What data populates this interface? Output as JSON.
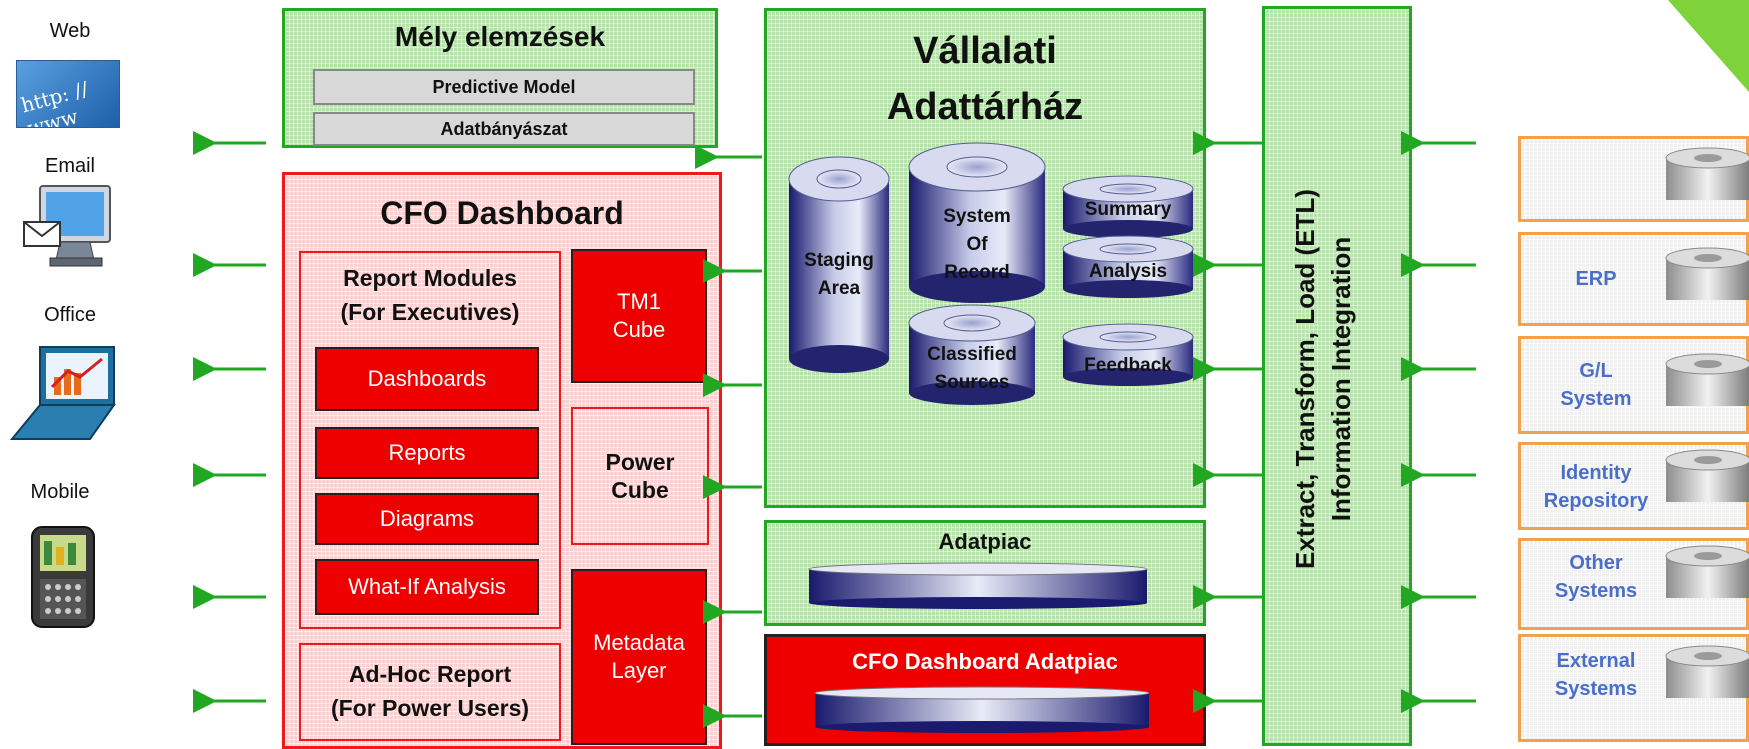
{
  "channels": {
    "web": "Web",
    "email": "Email",
    "office": "Office",
    "mobile": "Mobile"
  },
  "mely": {
    "title": "Mély elemzések",
    "items": [
      "Predictive Model",
      "Adatbányászat"
    ]
  },
  "cfo": {
    "title": "CFO Dashboard",
    "report_modules_title": "Report Modules\n(For Executives)",
    "modules": [
      "Dashboards",
      "Reports",
      "Diagrams",
      "What-If Analysis"
    ],
    "adhoc": "Ad-Hoc Report\n(For Power Users)",
    "tm1": "TM1\nCube",
    "power_cube": "Power\nCube",
    "metadata": "Metadata\nLayer"
  },
  "warehouse": {
    "title": "Vállalati\nAdattárház",
    "staging": "Staging\nArea",
    "system_of_record": "System\nOf\nRecord",
    "classified": "Classified\nSources",
    "summary": "Summary",
    "analysis": "Analysis",
    "feedback": "Feedback"
  },
  "adatpiac": {
    "title": "Adatpiac"
  },
  "cfo_adatpiac": {
    "title": "CFO Dashboard Adatpiac"
  },
  "etl": {
    "line1": "Extract, Transform, Load (ETL)",
    "line2": "Information Integration"
  },
  "sources": [
    "",
    "ERP",
    "G/L\nSystem",
    "Identity\nRepository",
    "Other\nSystems",
    "External\nSystems"
  ],
  "colors": {
    "green_border": "#22a722",
    "red": "#ee0000",
    "orange_border": "#f2a24a",
    "source_text": "#4a6fc9",
    "arrow": "#22a722"
  }
}
